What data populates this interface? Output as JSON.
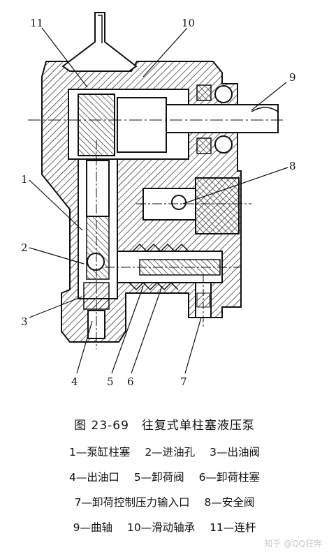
{
  "labels": {
    "n1": "1",
    "n2": "2",
    "n3": "3",
    "n4": "4",
    "n5": "5",
    "n6": "6",
    "n7": "7",
    "n8": "8",
    "n9": "9",
    "n10": "10",
    "n11": "11"
  },
  "caption": "图 23-69　往复式单柱塞液压泵",
  "legend": {
    "row1": [
      "1—泵缸柱塞",
      "2—进油孔",
      "3—出油阀"
    ],
    "row2": [
      "4—出油口",
      "5—卸荷阀",
      "6—卸荷柱塞"
    ],
    "row3": [
      "7—卸荷控制压力输入口",
      "8—安全阀"
    ],
    "row4": [
      "9—曲轴",
      "10—滑动轴承",
      "11—连杆"
    ]
  },
  "watermark": "知乎 @QQ狂奔"
}
